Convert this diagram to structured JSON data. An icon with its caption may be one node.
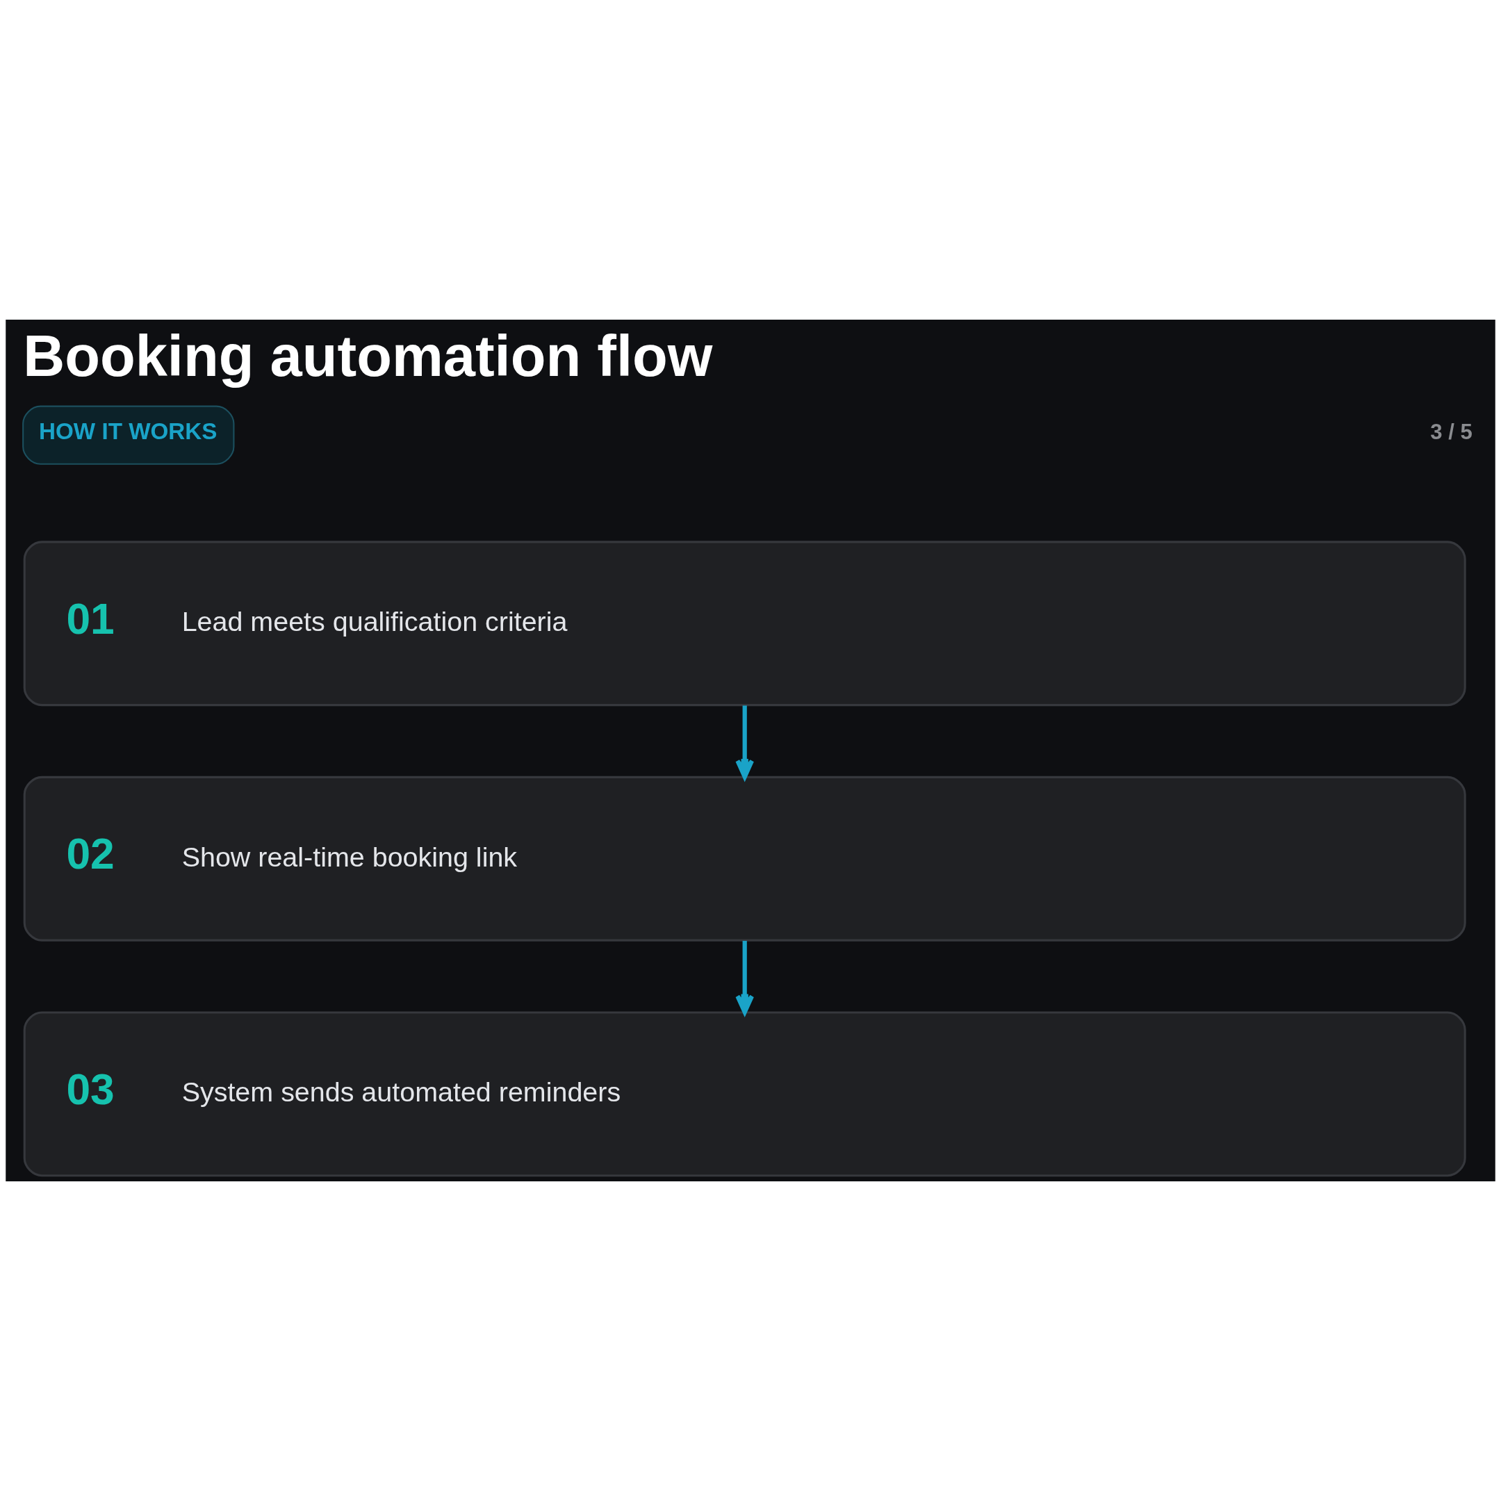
{
  "diagram": {
    "title": "Booking automation flow",
    "nodes": [
      {
        "text": [
          "01",
          "Lead meets qualification criteria"
        ]
      },
      {
        "text": [
          "02",
          "Show real-time booking link"
        ]
      },
      {
        "text": [
          "03",
          "System sends automated reminders"
        ]
      }
    ],
    "edges": [
      {
        "from": 0,
        "to": 1,
        "arrow": "to"
      },
      {
        "from": 1,
        "to": 2,
        "arrow": "to"
      }
    ],
    "labels": [
      "HOW IT WORKS",
      "3 / 5"
    ]
  }
}
